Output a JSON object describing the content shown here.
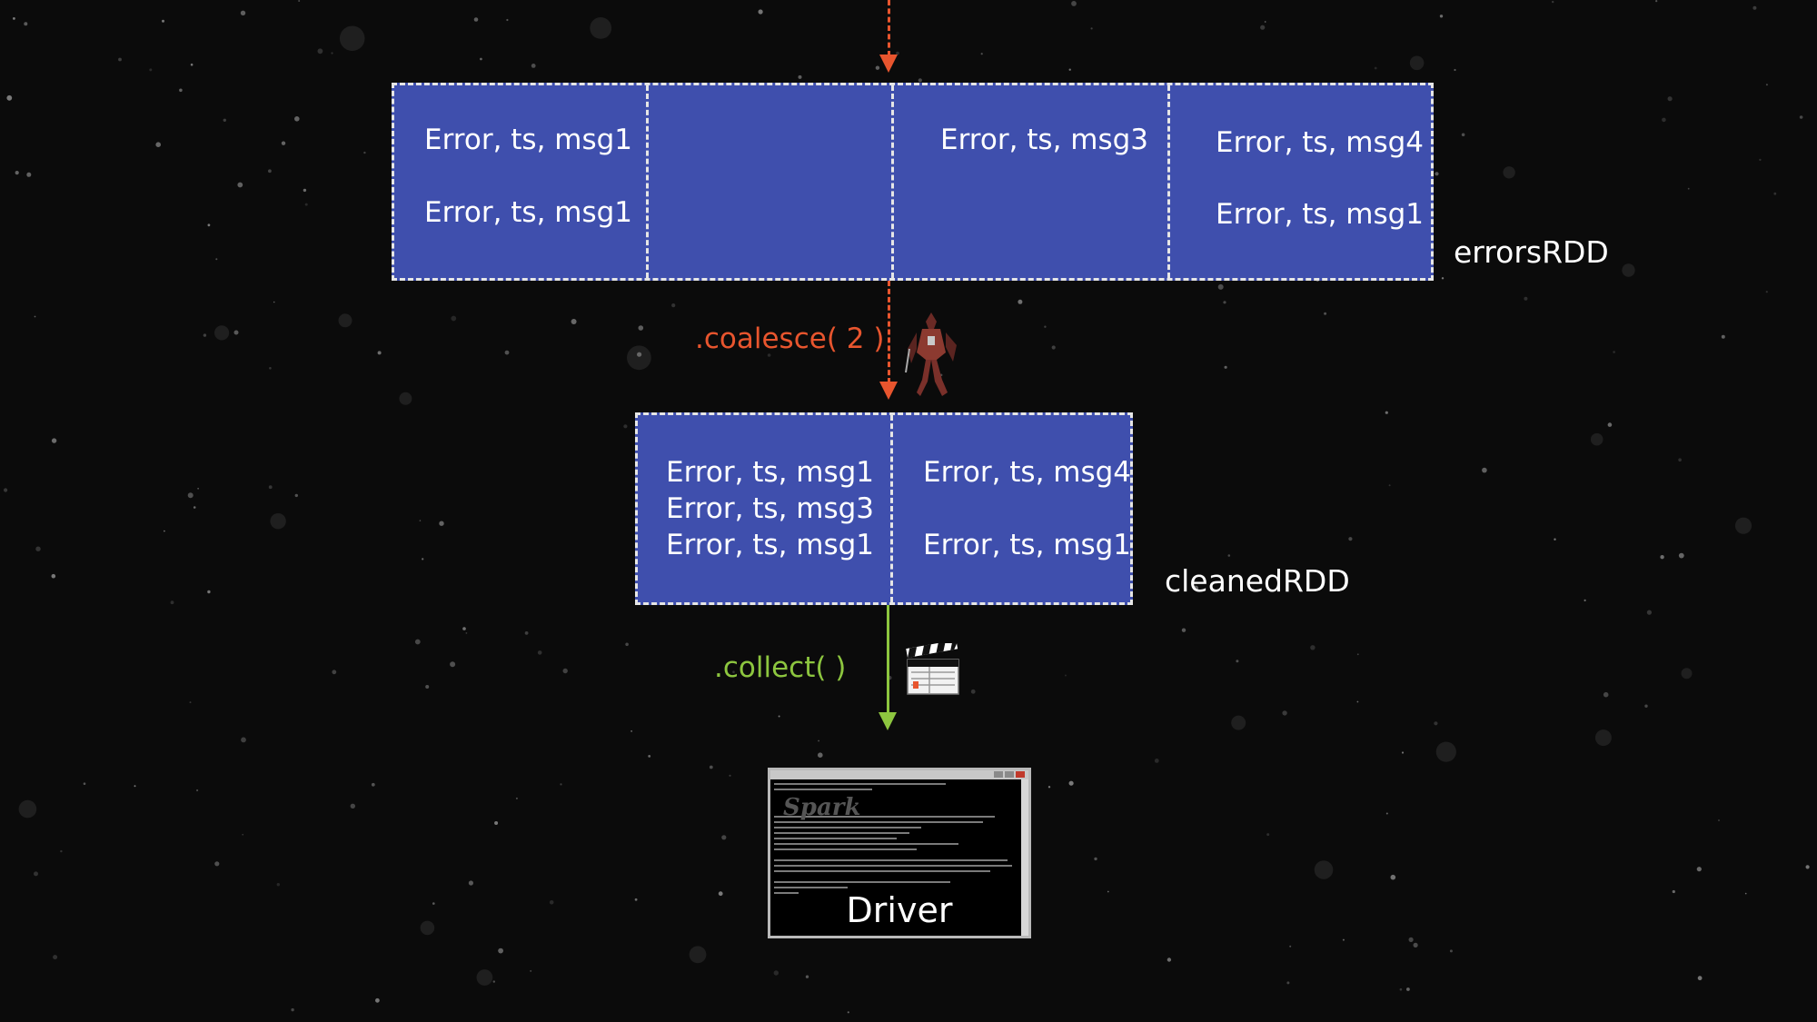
{
  "colors": {
    "background": "#0b0b0b",
    "rdd_fill": "#3f4fad",
    "coalesce_arrow": "#e8552e",
    "collect_arrow": "#8dc63f",
    "text": "#ffffff"
  },
  "errors_rdd": {
    "label": "errorsRDD",
    "partitions": [
      {
        "lines": [
          "Error, ts, msg1",
          "Error, ts, msg1"
        ]
      },
      {
        "lines": []
      },
      {
        "lines": [
          "Error, ts, msg3"
        ]
      },
      {
        "lines": [
          "Error, ts, msg4",
          "Error, ts, msg1"
        ]
      }
    ]
  },
  "coalesce": {
    "label": ".coalesce( 2 )",
    "icon": "robot-figure-icon"
  },
  "cleaned_rdd": {
    "label": "cleanedRDD",
    "partitions": [
      {
        "lines": [
          "Error, ts, msg1",
          "Error, ts, msg3",
          "Error, ts, msg1"
        ]
      },
      {
        "lines": [
          "Error, ts, msg4",
          "Error, ts, msg1"
        ]
      }
    ]
  },
  "collect": {
    "label": ".collect(  )",
    "icon": "clapperboard-icon"
  },
  "driver": {
    "label": "Driver",
    "icon": "terminal-screenshot-icon",
    "terminal_logo": "Spark"
  }
}
